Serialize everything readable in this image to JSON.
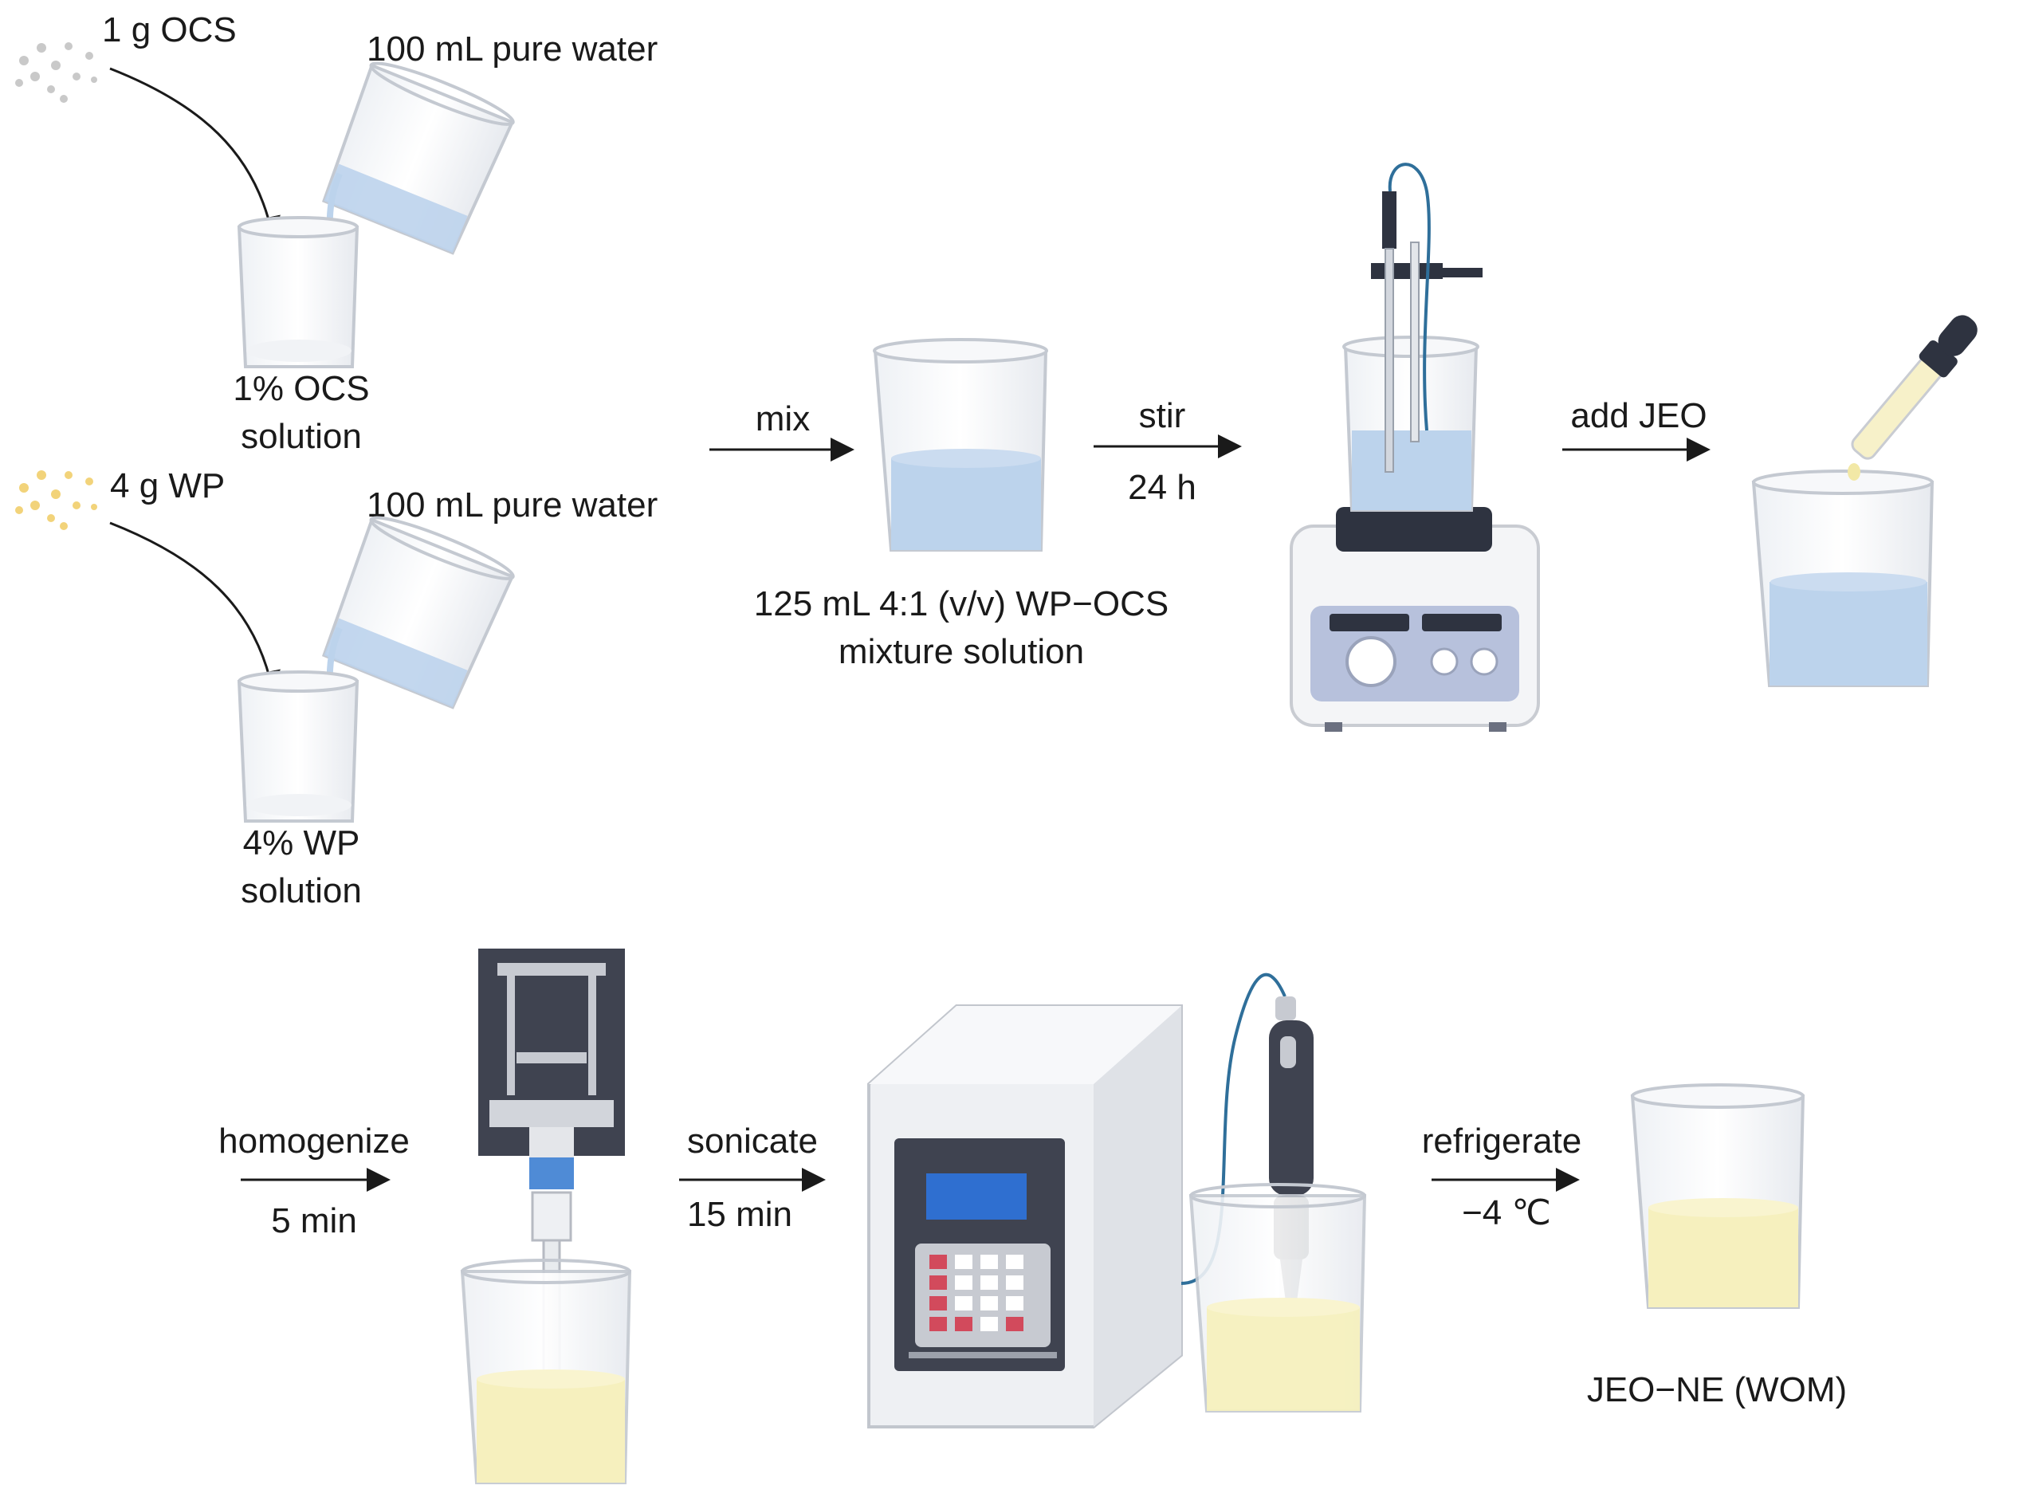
{
  "step1": {
    "ocs_amount": "1 g OCS",
    "water_top": "100 mL pure water",
    "ocs_solution_line1": "1% OCS",
    "ocs_solution_line2": "solution",
    "wp_amount": "4 g WP",
    "water_bottom": "100 mL pure water",
    "wp_solution_line1": "4% WP",
    "wp_solution_line2": "solution"
  },
  "step2": {
    "mix_label": "mix",
    "mixture_line1": "125 mL 4:1 (v/v) WP−OCS",
    "mixture_line2": "mixture solution"
  },
  "step3": {
    "stir_label": "stir",
    "stir_time": "24 h"
  },
  "step4": {
    "add_label": "add JEO"
  },
  "step5": {
    "homogenize_label": "homogenize",
    "homogenize_time": "5 min"
  },
  "step6": {
    "sonicate_label": "sonicate",
    "sonicate_time": "15 min"
  },
  "step7": {
    "refrigerate_label": "refrigerate",
    "refrigerate_temp": "−4 ℃",
    "product_label": "JEO−NE (WOM)"
  },
  "colors": {
    "water_blue": "#bcd3ec",
    "emulsion_yellow": "#f6f0be",
    "ocs_powder": "#c9c9c9",
    "wp_powder": "#f2d37a",
    "arrow": "#1a1a1a"
  }
}
